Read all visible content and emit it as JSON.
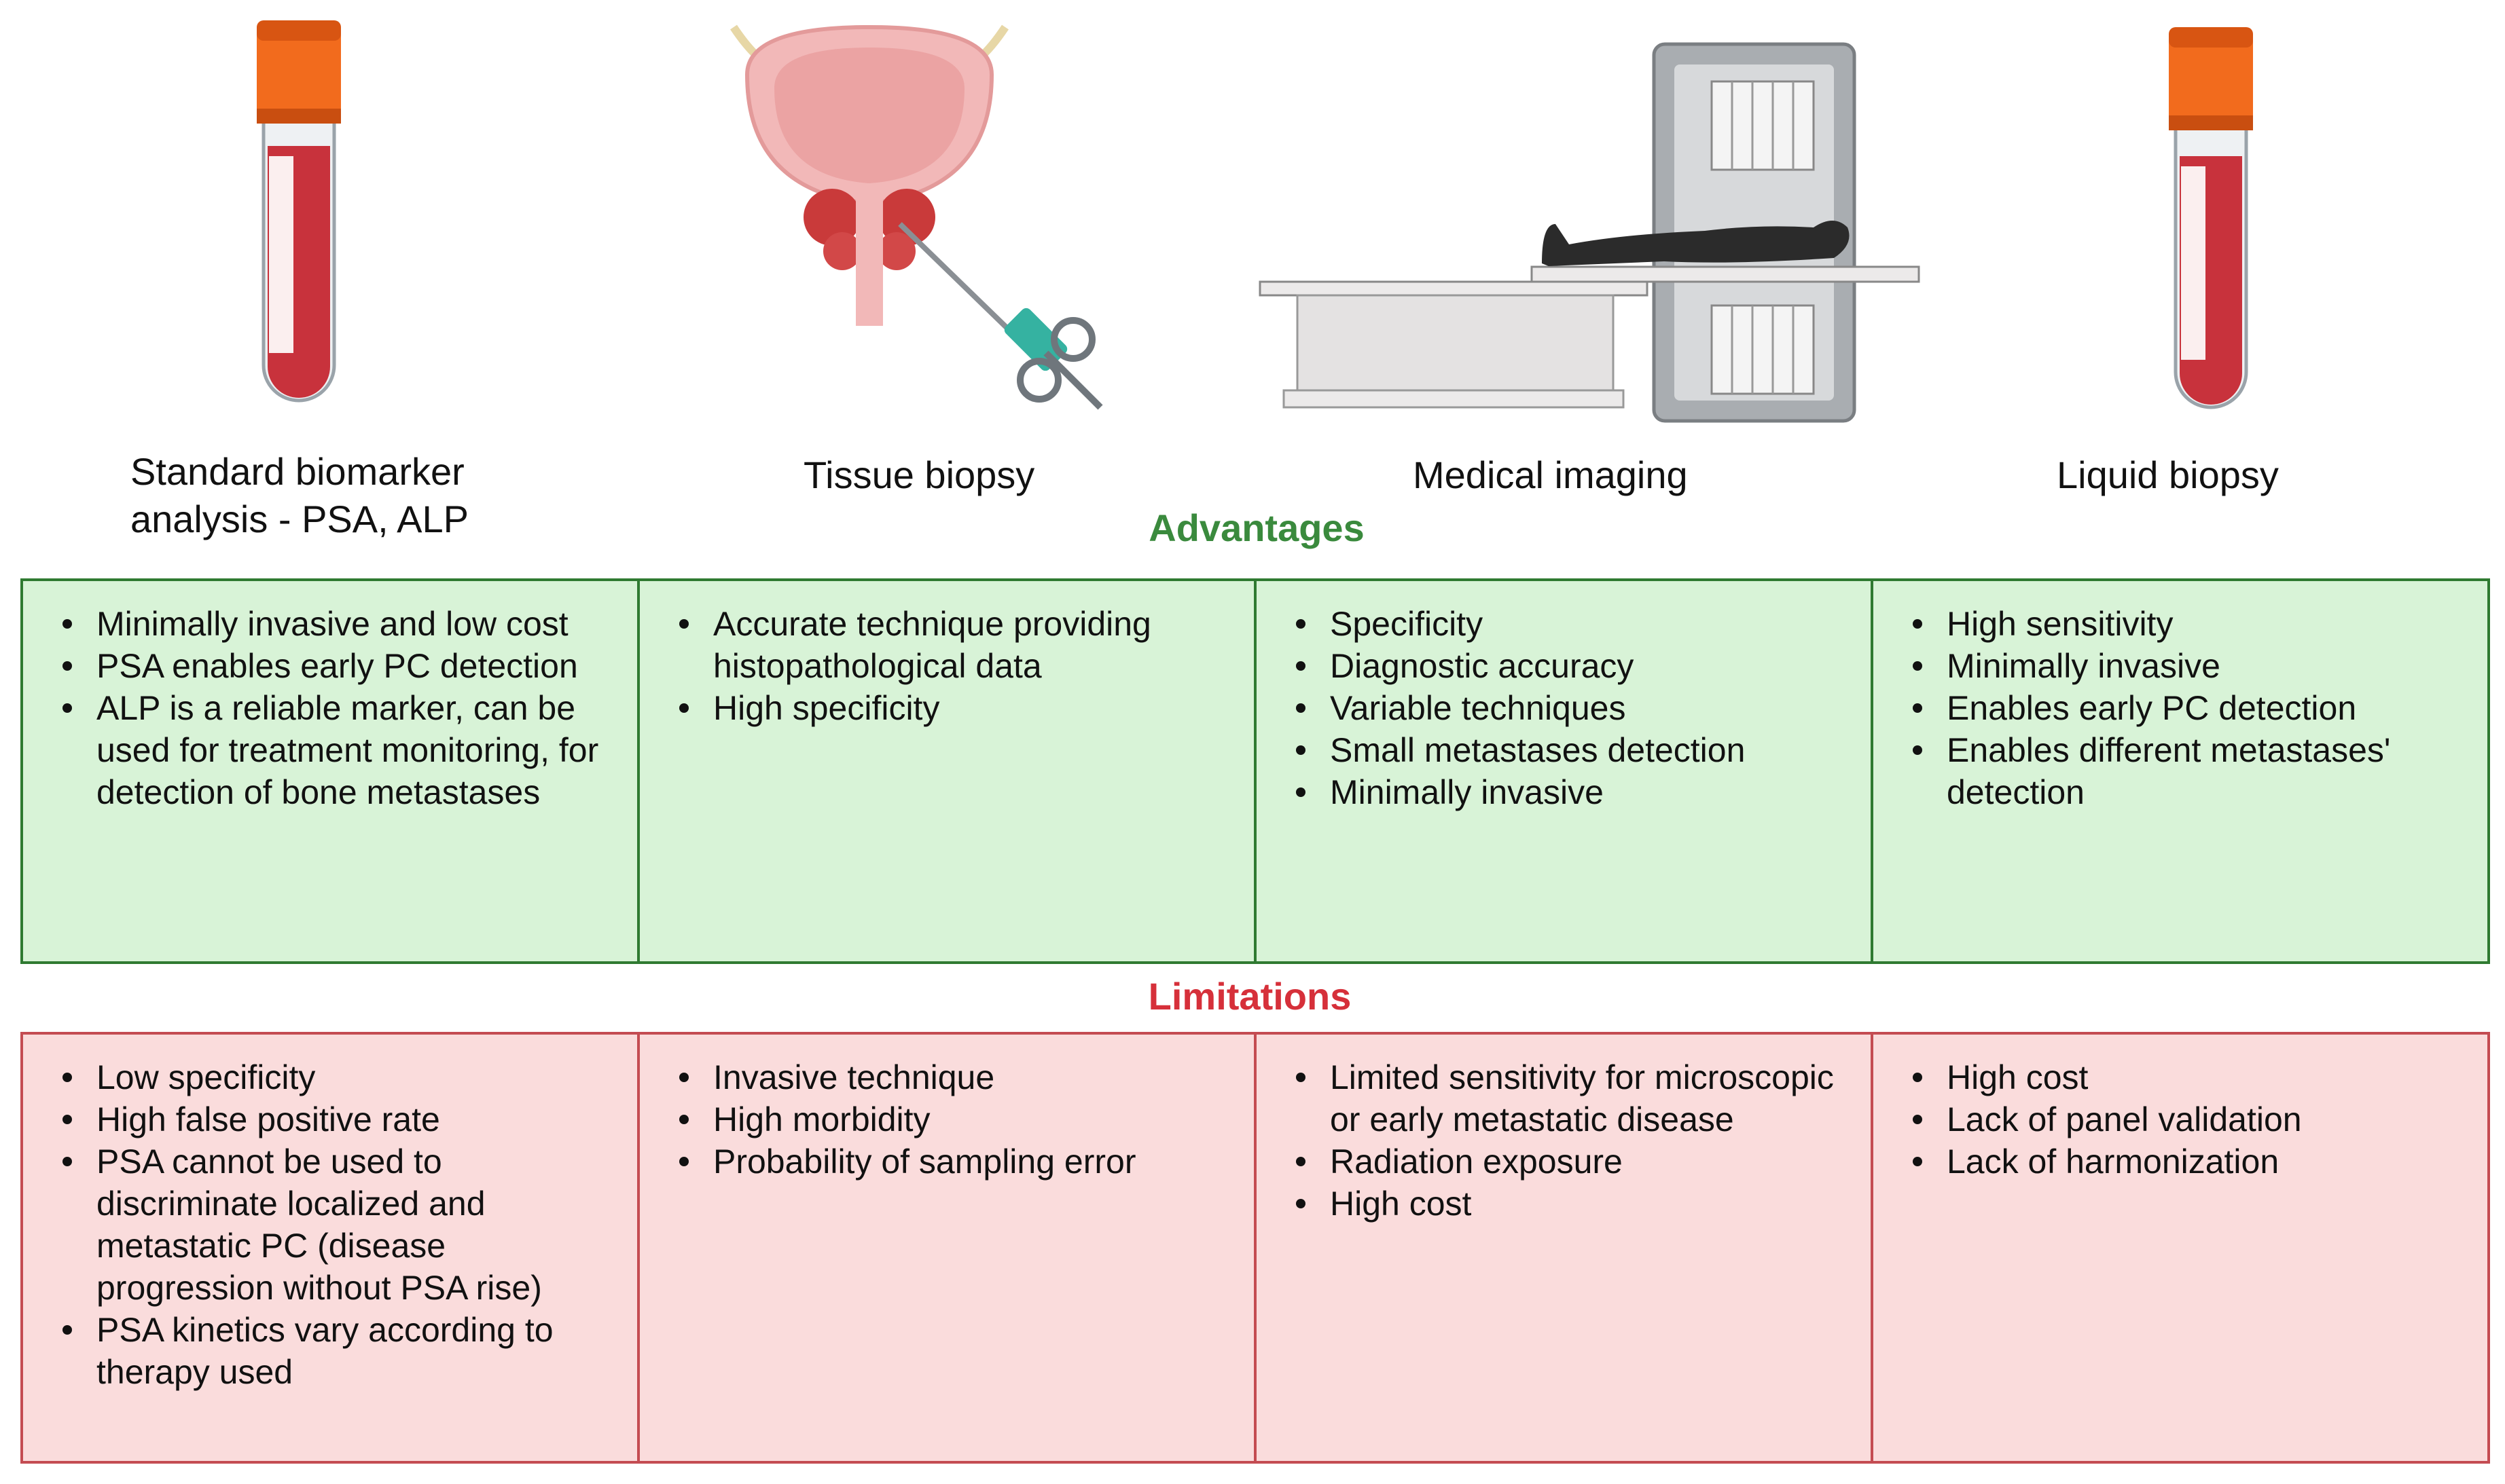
{
  "colors": {
    "advantages_accent": "#3a8a3d",
    "advantages_fill": "#d8f3d7",
    "limitations_accent": "#d6303a",
    "limitations_fill": "#fadcdc"
  },
  "methods": [
    {
      "title_line1": "Standard biomarker",
      "title_line2": "analysis - PSA, ALP",
      "icon": "blood-tube-icon"
    },
    {
      "title_line1": "Tissue biopsy",
      "title_line2": "",
      "icon": "prostate-biopsy-icon"
    },
    {
      "title_line1": "Medical imaging",
      "title_line2": "",
      "icon": "scanner-icon"
    },
    {
      "title_line1": "Liquid biopsy",
      "title_line2": "",
      "icon": "blood-tube-icon"
    }
  ],
  "advantages": {
    "title": "Advantages",
    "columns": [
      [
        "Minimally invasive and low cost",
        "PSA enables early PC detection",
        "ALP is a reliable marker, can be used for treatment monitoring, for detection of bone metastases"
      ],
      [
        "Accurate technique providing histopathological data",
        "High specificity"
      ],
      [
        "Specificity",
        "Diagnostic accuracy",
        "Variable techniques",
        "Small metastases detection",
        "Minimally invasive"
      ],
      [
        "High sensitivity",
        "Minimally invasive",
        "Enables early PC detection",
        "Enables different metastases' detection"
      ]
    ]
  },
  "limitations": {
    "title": "Limitations",
    "columns": [
      [
        "Low specificity",
        "High false positive rate",
        "PSA cannot be used to discriminate localized and metastatic PC (disease progression without PSA rise)",
        "PSA kinetics vary according to therapy used"
      ],
      [
        "Invasive technique",
        "High morbidity",
        "Probability of sampling error"
      ],
      [
        "Limited sensitivity for microscopic or early metastatic disease",
        "Radiation exposure",
        "High cost"
      ],
      [
        "High cost",
        "Lack of panel validation",
        "Lack of harmonization"
      ]
    ]
  }
}
